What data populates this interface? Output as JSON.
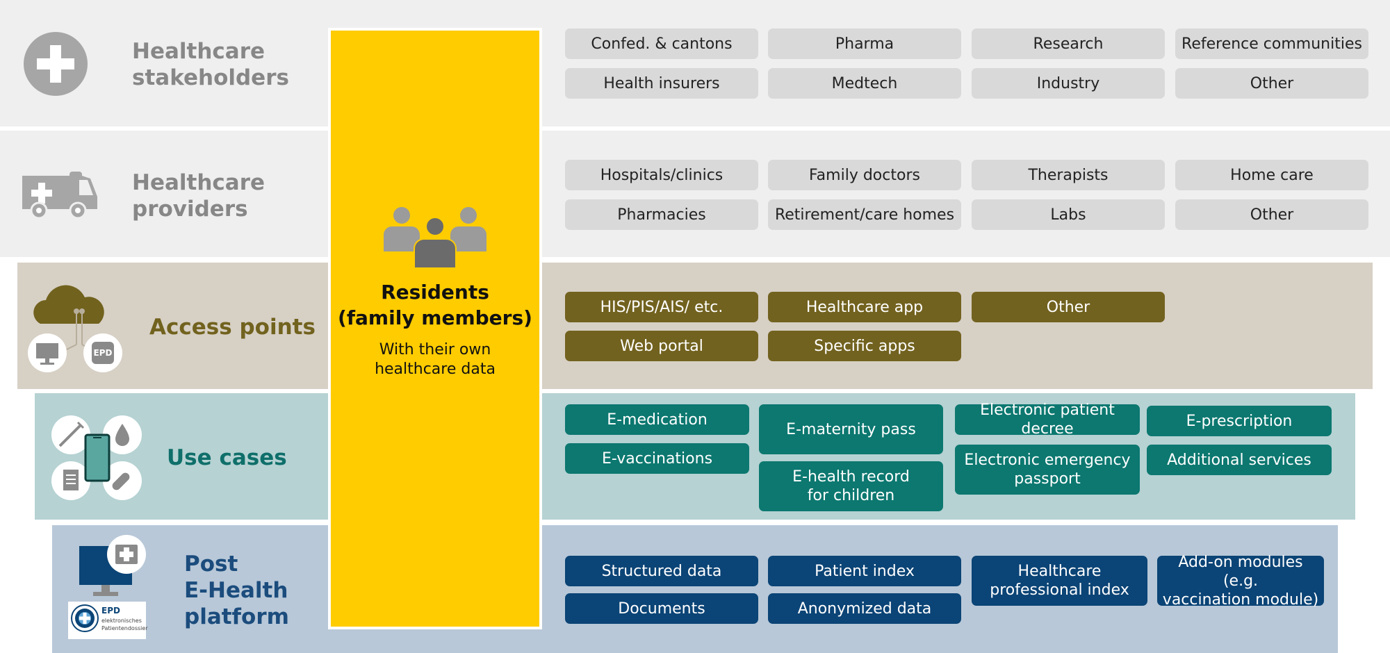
{
  "layers": {
    "stakeholders": {
      "label_line1": "Healthcare",
      "label_line2": "stakeholders",
      "items": [
        "Confed. & cantons",
        "Pharma",
        "Research",
        "Reference communities",
        "Health insurers",
        "Medtech",
        "Industry",
        "Other"
      ]
    },
    "providers": {
      "label_line1": "Healthcare",
      "label_line2": "providers",
      "items": [
        "Hospitals/clinics",
        "Family doctors",
        "Therapists",
        "Home care",
        "Pharmacies",
        "Retirement/care homes",
        "Labs",
        "Other"
      ]
    },
    "access": {
      "label": "Access points",
      "epd_badge": "EPD",
      "items": [
        "HIS/PIS/AIS/ etc.",
        "Healthcare app",
        "Other",
        "Web portal",
        "Specific apps"
      ]
    },
    "usecases": {
      "label": "Use cases",
      "items": {
        "e_medication": "E-medication",
        "e_vaccinations": "E-vaccinations",
        "e_maternity": "E-maternity pass",
        "e_health_children_1": "E-health record",
        "e_health_children_2": "for children",
        "patient_decree": "Electronic patient decree",
        "emergency_1": "Electronic emergency",
        "emergency_2": "passport",
        "e_prescription": "E-prescription",
        "additional": "Additional services"
      }
    },
    "platform": {
      "label_line1": "Post",
      "label_line2": "E-Health",
      "label_line3": "platform",
      "logo_title": "EPD",
      "logo_line1": "elektronisches",
      "logo_line2": "Patientendossier",
      "items": {
        "structured": "Structured data",
        "patient_index": "Patient index",
        "prof_index_1": "Healthcare",
        "prof_index_2": "professional index",
        "addon_1": "Add-on modules (e.g.",
        "addon_2": "vaccination module)",
        "documents": "Documents",
        "anonymized": "Anonymized data"
      }
    }
  },
  "residents": {
    "title_line1": "Residents",
    "title_line2": "(family members)",
    "sub_line1": "With their own",
    "sub_line2": "healthcare data"
  },
  "colors": {
    "gray_band": "#efefef",
    "access_band": "#d7d0c5",
    "usecase_band": "#b6d2d3",
    "platform_band": "#b8c8d8",
    "residents": "#ffcc00",
    "olive": "#72621f",
    "teal": "#0c7870",
    "navy": "#0b4476"
  }
}
